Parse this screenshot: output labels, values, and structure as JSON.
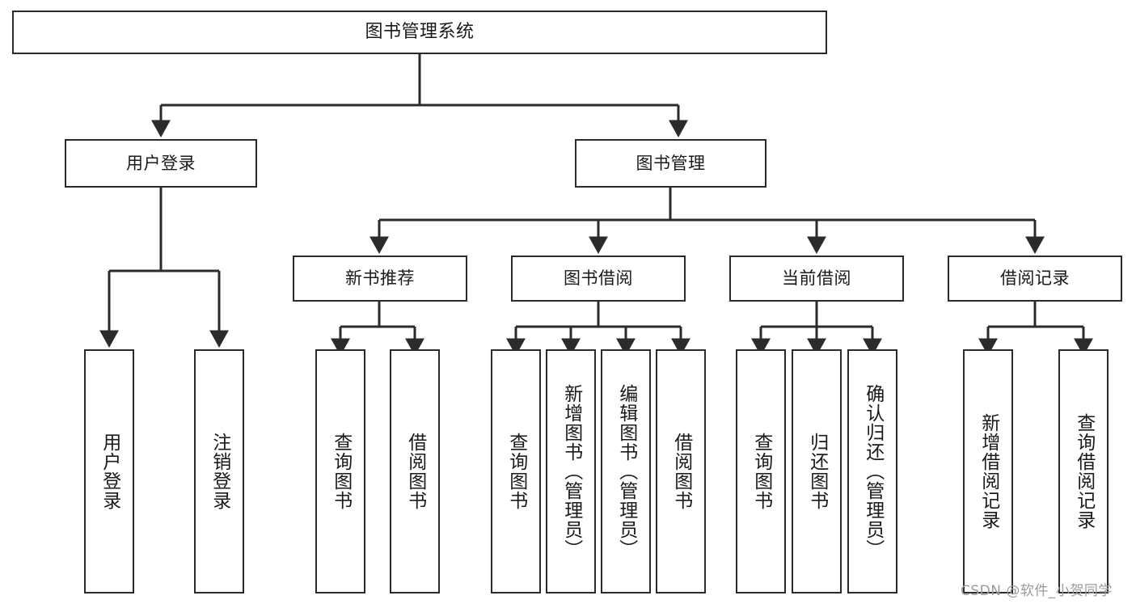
{
  "diagram": {
    "type": "tree-hierarchy",
    "title": "图书管理系统",
    "watermark": "CSDN @软件_小贺同学",
    "colors": {
      "box_border": "#2b2b2b",
      "box_fill": "#ffffff",
      "connector": "#2b2b2b",
      "text": "#1a1a1a",
      "watermark": "#9b9b9b",
      "background": "#ffffff"
    },
    "nodes": {
      "root": {
        "label": "图书管理系统"
      },
      "level1": [
        {
          "label": "用户登录"
        },
        {
          "label": "图书管理"
        }
      ],
      "level2": [
        {
          "label": "新书推荐"
        },
        {
          "label": "图书借阅"
        },
        {
          "label": "当前借阅"
        },
        {
          "label": "借阅记录"
        }
      ],
      "leaves": {
        "user_login": [
          {
            "label": "用户登录"
          },
          {
            "label": "注销登录"
          }
        ],
        "new_book": [
          {
            "label": "查询图书"
          },
          {
            "label": "借阅图书"
          }
        ],
        "borrow_book": [
          {
            "label": "查询图书"
          },
          {
            "label": "新增图书（管理员）"
          },
          {
            "label": "编辑图书（管理员）"
          },
          {
            "label": "借阅图书"
          }
        ],
        "current_borrow": [
          {
            "label": "查询图书"
          },
          {
            "label": "归还图书"
          },
          {
            "label": "确认归还（管理员）"
          }
        ],
        "borrow_record": [
          {
            "label": "新增借阅记录"
          },
          {
            "label": "查询借阅记录"
          }
        ]
      }
    }
  }
}
